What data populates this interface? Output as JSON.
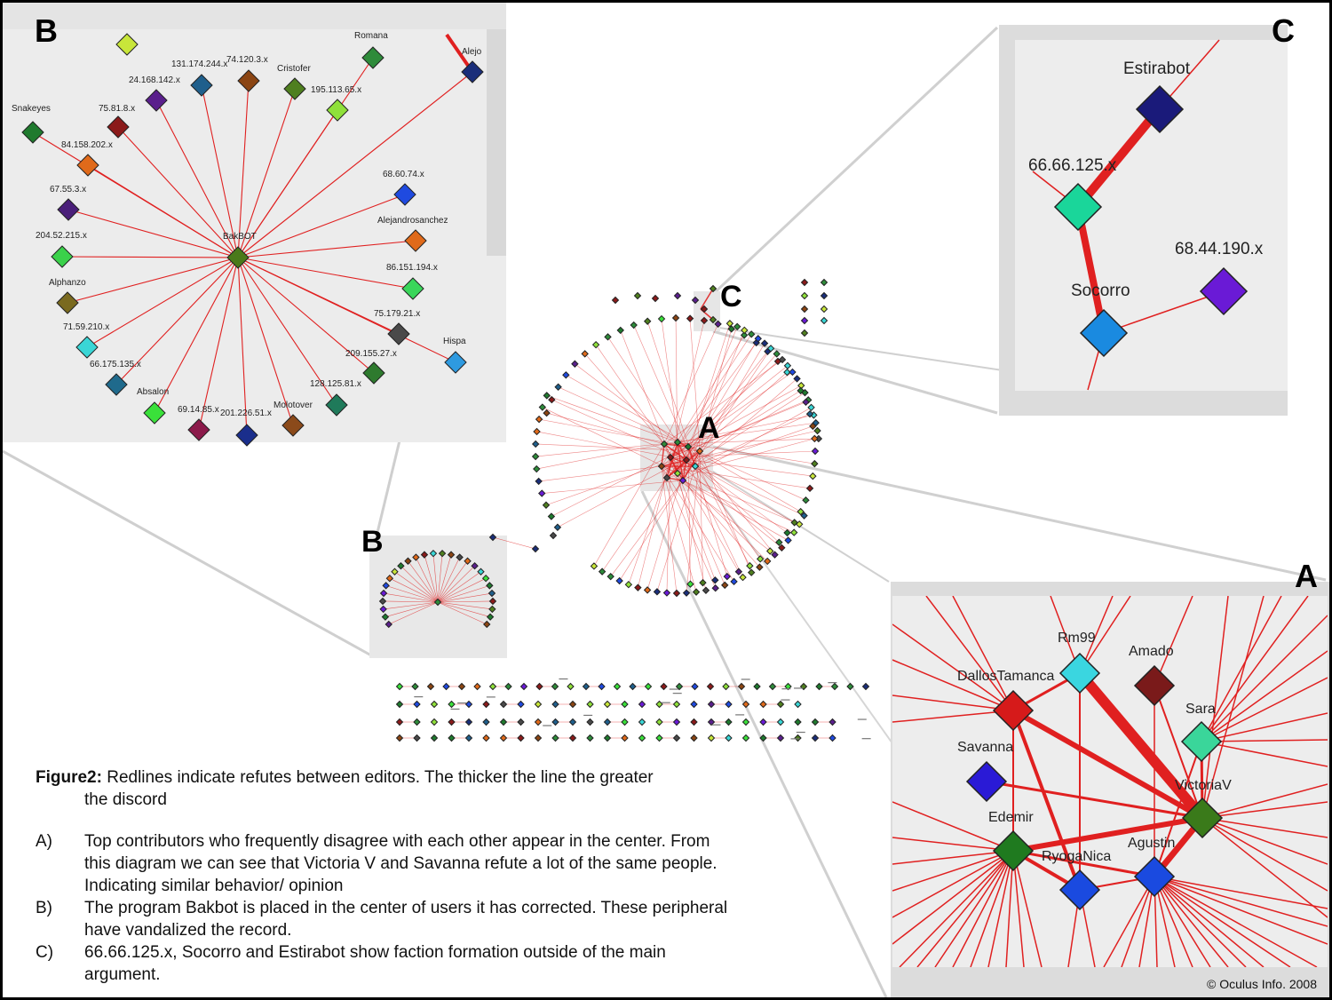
{
  "panels": {
    "b_label": "B",
    "c_label": "C",
    "a_label": "A",
    "overview_a_label": "A",
    "overview_b_label": "B",
    "overview_c_label": "C"
  },
  "panel_b": {
    "hub": "BakBOT",
    "nodes": [
      {
        "name": "Snakeyes",
        "color": "#1f7a2e"
      },
      {
        "name": "75.81.8.x",
        "color": "#8b1a1a"
      },
      {
        "name": "24.168.142.x",
        "color": "#5a1f8c"
      },
      {
        "name": "131.174.244.x",
        "color": "#1f5f8c"
      },
      {
        "name": "74.120.3.x",
        "color": "#8b4513"
      },
      {
        "name": "Cristofer",
        "color": "#4f7f1f"
      },
      {
        "name": "195.113.65.x",
        "color": "#8fe03a"
      },
      {
        "name": "Romana",
        "color": "#2e8b3a"
      },
      {
        "name": "Alejo",
        "color": "#1a2e7a"
      },
      {
        "name": "84.158.202.x",
        "color": "#e06a1a"
      },
      {
        "name": "67.55.3.x",
        "color": "#4a1f7a"
      },
      {
        "name": "204.52.215.x",
        "color": "#3ad14a"
      },
      {
        "name": "Alphanzo",
        "color": "#7a6a1f"
      },
      {
        "name": "71.59.210.x",
        "color": "#3ad6d6"
      },
      {
        "name": "66.175.135.x",
        "color": "#1f6a8c"
      },
      {
        "name": "Absalon",
        "color": "#3ae03a"
      },
      {
        "name": "69.14.85.x",
        "color": "#8b1a4a"
      },
      {
        "name": "201.226.51.x",
        "color": "#1a2e8c"
      },
      {
        "name": "Molotover",
        "color": "#8b4a1a"
      },
      {
        "name": "128.125.81.x",
        "color": "#1f7a5a"
      },
      {
        "name": "209.155.27.x",
        "color": "#2e7a2e"
      },
      {
        "name": "Hispa",
        "color": "#2e9ae0"
      },
      {
        "name": "75.179.21.x",
        "color": "#4a4a4a"
      },
      {
        "name": "86.151.194.x",
        "color": "#3ad65a"
      },
      {
        "name": "Alejandrosanchez",
        "color": "#e06a1a"
      },
      {
        "name": "68.60.74.x",
        "color": "#1f4ae0"
      }
    ]
  },
  "panel_c": {
    "nodes": [
      {
        "name": "Estirabot",
        "color": "#1a1a7a"
      },
      {
        "name": "66.66.125.x",
        "color": "#1ad69a"
      },
      {
        "name": "68.44.190.x",
        "color": "#6a1ad6"
      },
      {
        "name": "Socorro",
        "color": "#1a8ae0"
      }
    ]
  },
  "panel_a": {
    "nodes": [
      {
        "name": "Rm99",
        "color": "#3ad6e0"
      },
      {
        "name": "Amado",
        "color": "#7a1a1a"
      },
      {
        "name": "DallosTamanca",
        "color": "#d61a1a"
      },
      {
        "name": "Sara",
        "color": "#3ad69a"
      },
      {
        "name": "Savanna",
        "color": "#2a1ad6"
      },
      {
        "name": "VictoriaV",
        "color": "#3a7a1a"
      },
      {
        "name": "Edemir",
        "color": "#1f7a1f"
      },
      {
        "name": "Agustin",
        "color": "#1a4ae0"
      },
      {
        "name": "RyogaNica",
        "color": "#1a4ae0"
      }
    ]
  },
  "caption": {
    "figure_label": "Figure2:",
    "figure_text": " Redlines indicate refutes between editors. The thicker the line the greater",
    "figure_text_2": "the discord",
    "items": [
      {
        "key": "A)",
        "text": "Top contributors who frequently disagree with each other appear in the center. From this diagram we can see that Victoria V and Savanna refute a lot of the same people. Indicating similar behavior/ opinion"
      },
      {
        "key": "B)",
        "text": "The program Bakbot is placed in the center of users it has corrected. These peripheral have vandalized the record."
      },
      {
        "key": "C)",
        "text": "66.66.125.x, Socorro and Estirabot show faction formation outside of the main argument."
      }
    ]
  },
  "copyright": "© Oculus Info. 2008",
  "colors": {
    "edge": "#e02020",
    "panel_bg": "#ececec",
    "connector": "#c8c8c8"
  }
}
